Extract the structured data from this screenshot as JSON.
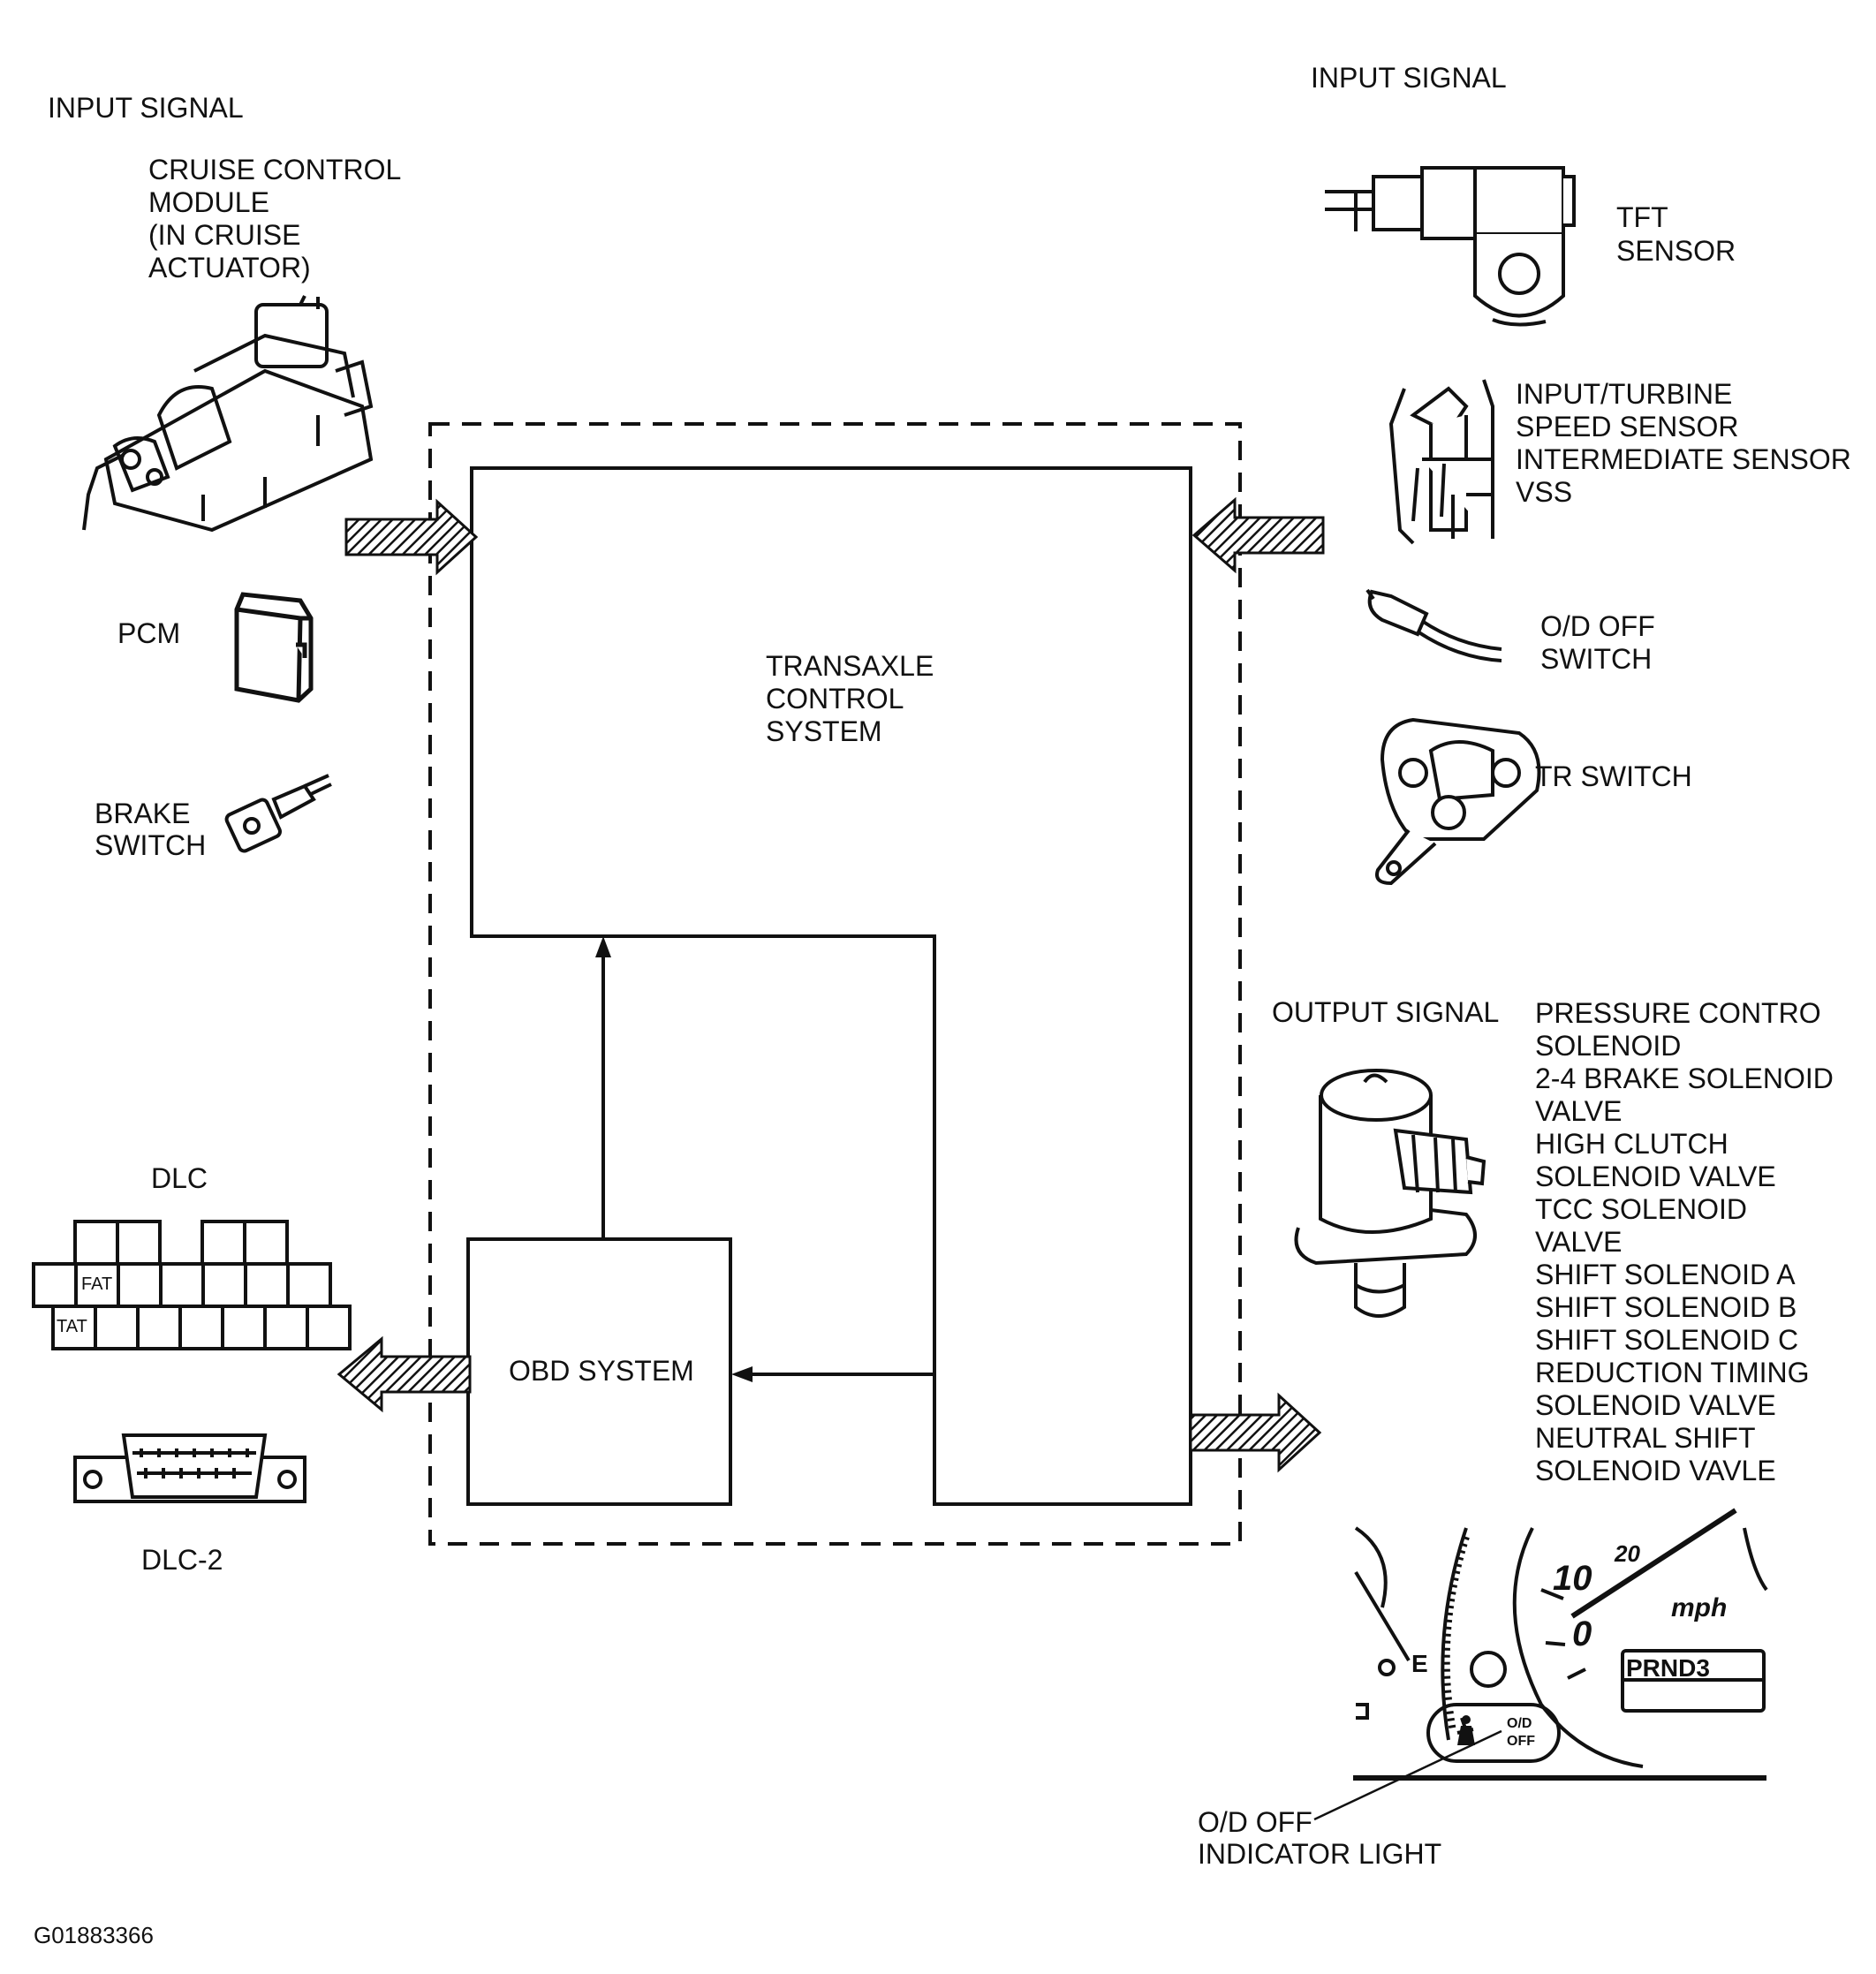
{
  "labels": {
    "left_input_heading": "INPUT SIGNAL",
    "cruise_module": [
      "CRUISE CONTROL",
      "MODULE",
      "(IN CRUISE",
      "ACTUATOR)"
    ],
    "pcm": "PCM",
    "brake_switch": [
      "BRAKE",
      "SWITCH"
    ],
    "dlc": "DLC",
    "dlc_fat": "FAT",
    "dlc_tat": "TAT",
    "dlc2": "DLC-2",
    "right_input_heading": "INPUT SIGNAL",
    "tft_sensor": [
      "TFT",
      "SENSOR"
    ],
    "speed_sensors": [
      "INPUT/TURBINE",
      "SPEED SENSOR",
      "INTERMEDIATE SENSOR",
      "VSS"
    ],
    "od_off_switch": [
      "O/D OFF",
      "SWITCH"
    ],
    "tr_switch": "TR SWITCH",
    "output_heading": "OUTPUT SIGNAL",
    "solenoids": [
      "PRESSURE CONTRO",
      "SOLENOID",
      "2-4 BRAKE SOLENOID",
      "VALVE",
      "HIGH CLUTCH",
      "SOLENOID VALVE",
      "TCC SOLENOID",
      "VALVE",
      "SHIFT SOLENOID A",
      "SHIFT SOLENOID B",
      "SHIFT SOLENOID C",
      "REDUCTION TIMING",
      "SOLENOID VALVE",
      "NEUTRAL SHIFT",
      "SOLENOID VAVLE"
    ],
    "transaxle": [
      "TRANSAXLE",
      "CONTROL",
      "SYSTEM"
    ],
    "obd": "OBD SYSTEM",
    "od_indicator": [
      "O/D OFF",
      "INDICATOR LIGHT"
    ],
    "cluster_od": [
      "O/D",
      "OFF"
    ],
    "cluster_mph": "mph",
    "cluster_10": "10",
    "cluster_0": "0",
    "cluster_20": "20",
    "cluster_fuel_e": "E",
    "cluster_prnd": "PRND3",
    "figure_id": "G01883366"
  }
}
